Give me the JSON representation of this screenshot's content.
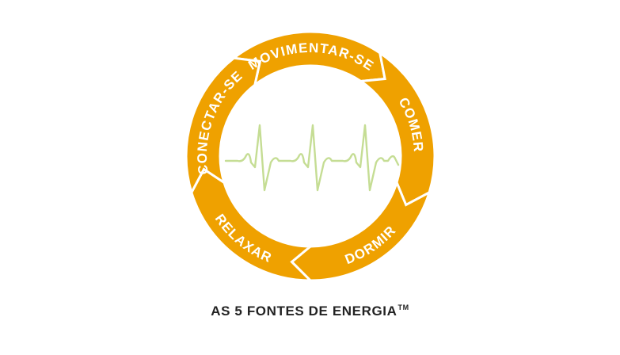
{
  "colors": {
    "segment": "#EFA100",
    "label": "#ffffff",
    "heartbeat": "#C5DD94",
    "caption": "#222222",
    "background": "#ffffff"
  },
  "cycle": {
    "segments": [
      {
        "label": "MOVIMENTAR-SE"
      },
      {
        "label": "COMER"
      },
      {
        "label": "DORMIR"
      },
      {
        "label": "RELAXAR"
      },
      {
        "label": "CONECTAR-SE"
      }
    ]
  },
  "center_icon": "heartbeat-line-icon",
  "caption": {
    "text": "AS 5 FONTES DE ENERGIA",
    "mark": "TM"
  }
}
